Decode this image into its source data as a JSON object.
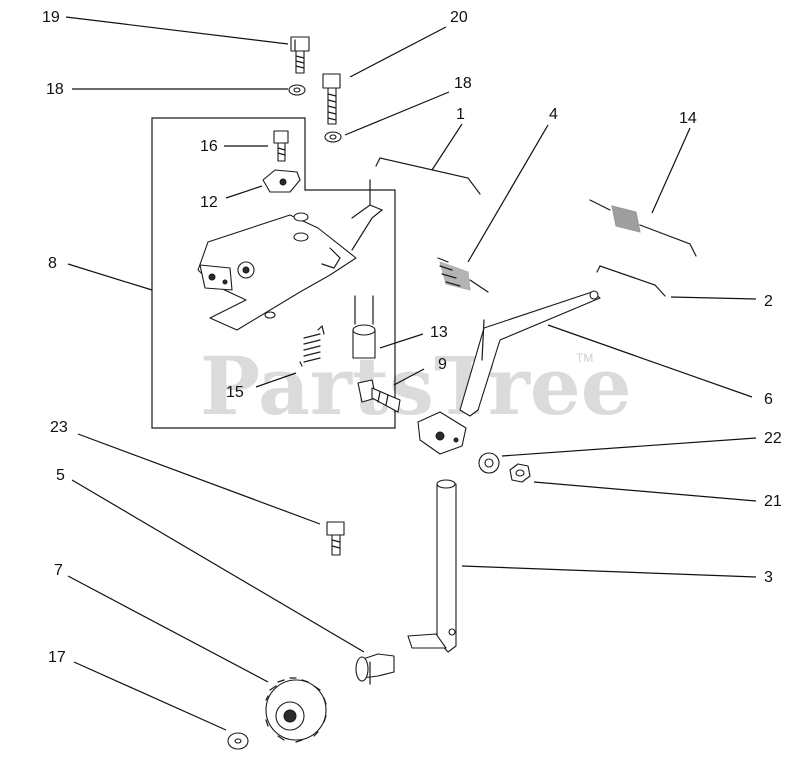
{
  "watermark": {
    "text": "PartsTree",
    "trademark": "TM"
  },
  "callouts": {
    "c19": "19",
    "c20": "20",
    "c18a": "18",
    "c18b": "18",
    "c1": "1",
    "c4": "4",
    "c14": "14",
    "c16": "16",
    "c12": "12",
    "c8": "8",
    "c2": "2",
    "c13": "13",
    "c9": "9",
    "c15": "15",
    "c6": "6",
    "c22": "22",
    "c23": "23",
    "c21": "21",
    "c5": "5",
    "c3": "3",
    "c7": "7",
    "c17": "17"
  }
}
